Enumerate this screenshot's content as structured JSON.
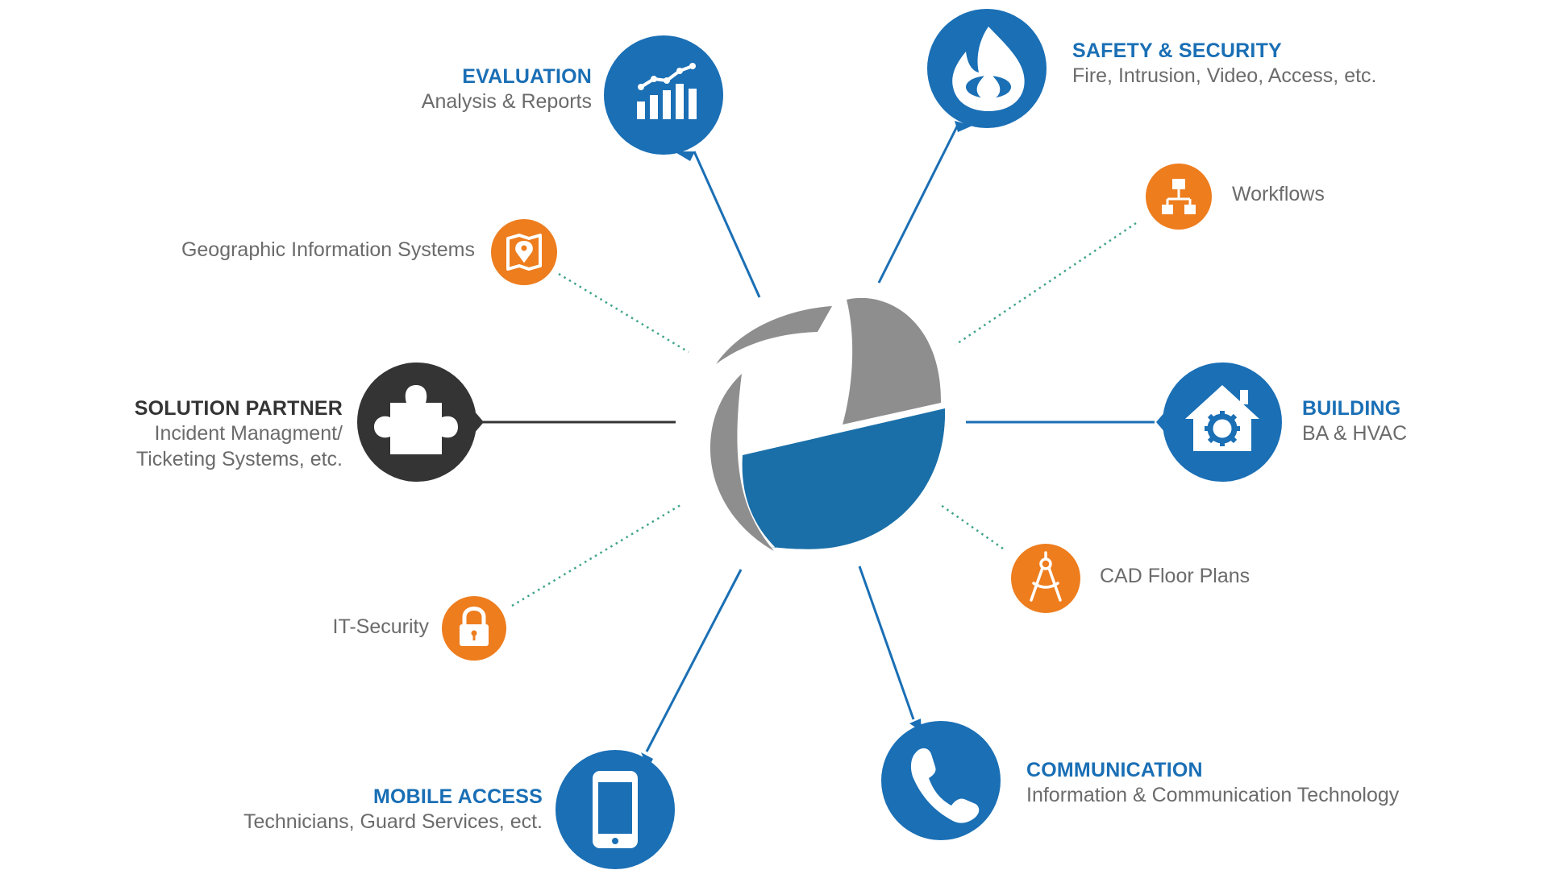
{
  "colors": {
    "blue": "#1a6fb5",
    "orange": "#ee7d1e",
    "dark": "#343434",
    "gray_text": "#6b6b6b",
    "globe_gray": "#8e8e8e",
    "globe_blue": "#1a6fa8",
    "dotted_line": "#3fa38a"
  },
  "center": {
    "name": "globe-logo"
  },
  "primary_nodes": [
    {
      "id": "evaluation",
      "icon": "bar-chart-icon",
      "title": "EVALUATION",
      "subtitle": "Analysis & Reports"
    },
    {
      "id": "safety-security",
      "icon": "flame-icon",
      "title": "SAFETY & SECURITY",
      "subtitle": "Fire, Intrusion, Video, Access, etc."
    },
    {
      "id": "solution-partner",
      "icon": "puzzle-piece-icon",
      "title": "SOLUTION PARTNER",
      "subtitle_line1": "Incident Managment/",
      "subtitle_line2": "Ticketing Systems, etc."
    },
    {
      "id": "building",
      "icon": "house-gear-icon",
      "title": "BUILDING",
      "subtitle": "BA & HVAC"
    },
    {
      "id": "mobile-access",
      "icon": "smartphone-icon",
      "title": "MOBILE ACCESS",
      "subtitle": "Technicians, Guard Services, ect."
    },
    {
      "id": "communication",
      "icon": "phone-handset-icon",
      "title": "COMMUNICATION",
      "subtitle": "Information & Communication Technology"
    }
  ],
  "secondary_nodes": [
    {
      "id": "gis",
      "icon": "map-pin-icon",
      "label": "Geographic Information Systems"
    },
    {
      "id": "workflows",
      "icon": "flowchart-icon",
      "label": "Workflows"
    },
    {
      "id": "it-security",
      "icon": "padlock-icon",
      "label": "IT-Security"
    },
    {
      "id": "cad",
      "icon": "compass-icon",
      "label": "CAD Floor Plans"
    }
  ]
}
